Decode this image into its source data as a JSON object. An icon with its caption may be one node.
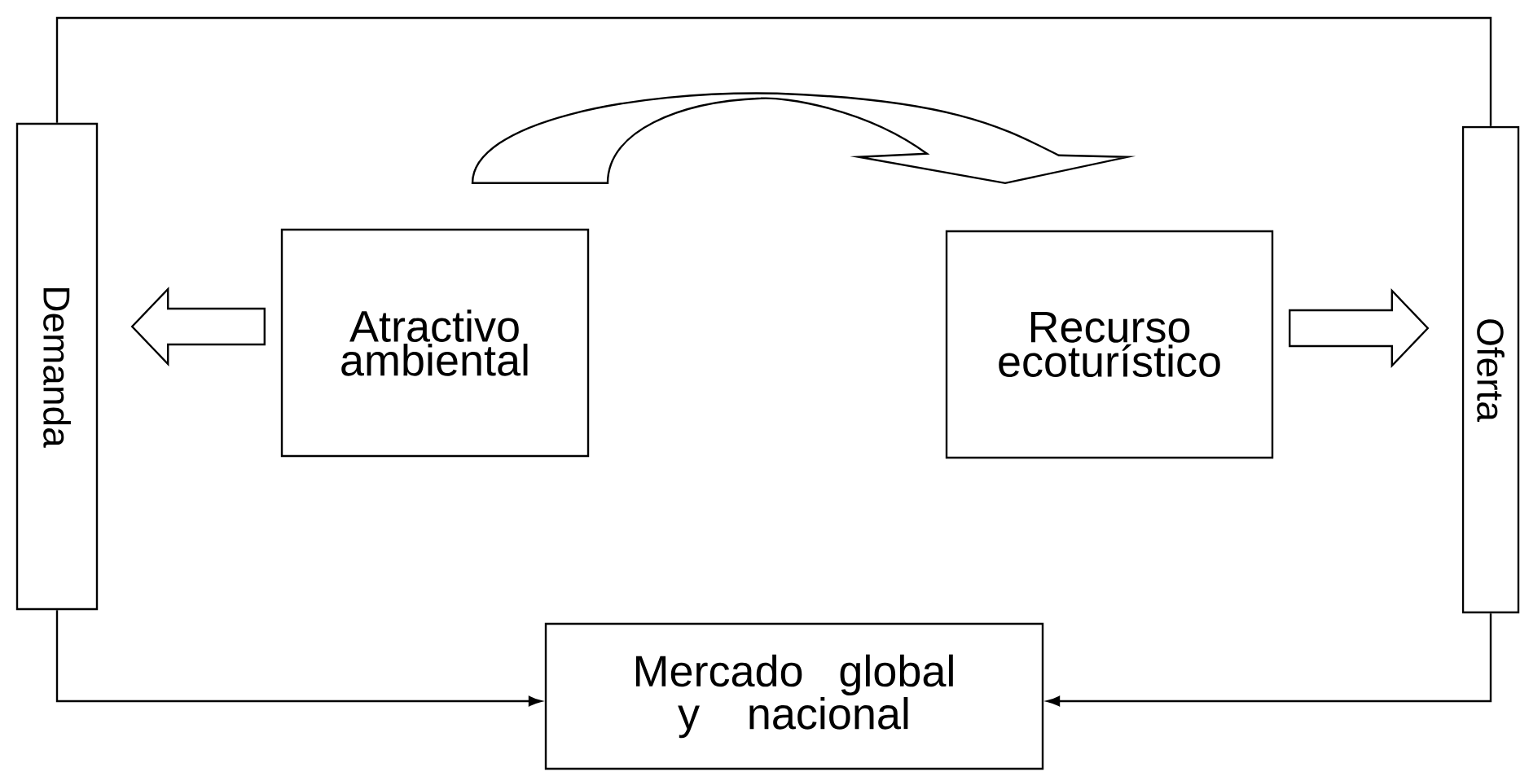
{
  "diagram": {
    "nodes": [
      {
        "text": [
          "Demanda"
        ]
      },
      {
        "text": [
          "Atractivo ambiental"
        ]
      },
      {
        "text": [
          "Recurso ecoturístico"
        ]
      },
      {
        "text": [
          "Oferta"
        ]
      },
      {
        "text": [
          "Mercado global y nacional"
        ]
      }
    ],
    "edges": [
      {
        "from": 0,
        "to": 4,
        "arrow": "to"
      },
      {
        "from": 3,
        "to": 4,
        "arrow": "to"
      },
      {
        "from": 0,
        "to": 3,
        "arrow": "none"
      },
      {
        "from": 1,
        "to": 0,
        "arrow": "to",
        "style": "thick"
      },
      {
        "from": 2,
        "to": 3,
        "arrow": "to",
        "style": "thick"
      },
      {
        "from": 1,
        "to": 2,
        "arrow": "to",
        "style": "thick"
      }
    ]
  }
}
